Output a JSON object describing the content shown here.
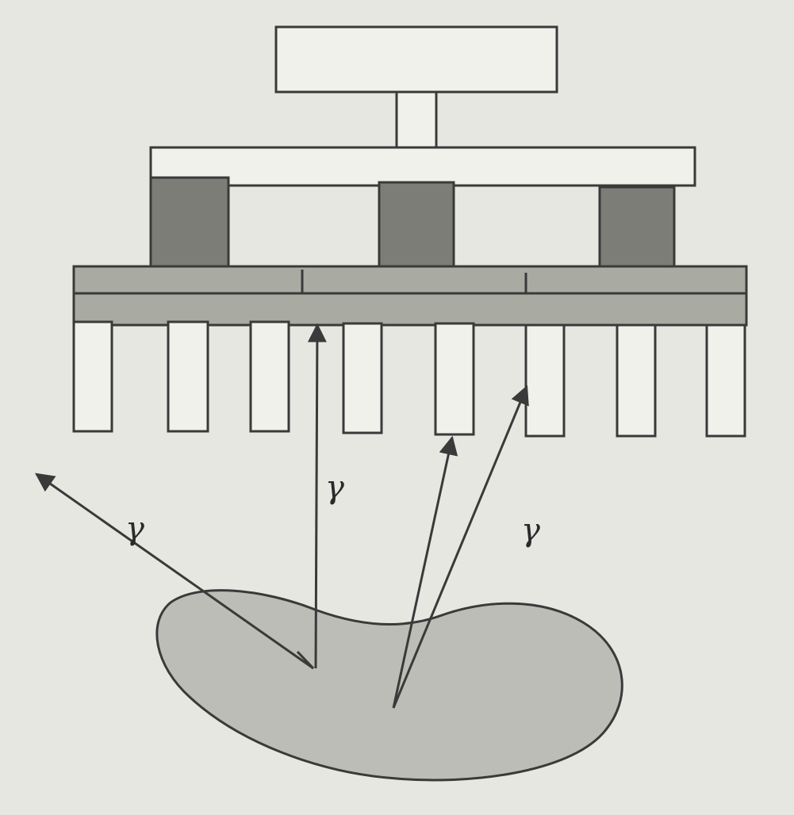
{
  "diagram": {
    "labels": {
      "gamma_left": "γ",
      "gamma_center": "γ",
      "gamma_right": "γ"
    },
    "colors": {
      "paper": "#e7e7e1",
      "ink": "#3a3a3a",
      "light_fill": "#f1f1ec",
      "dark_fill": "#7d7d78",
      "mid_fill": "#a9aba2",
      "body_fill": "#bdbdb7"
    }
  }
}
